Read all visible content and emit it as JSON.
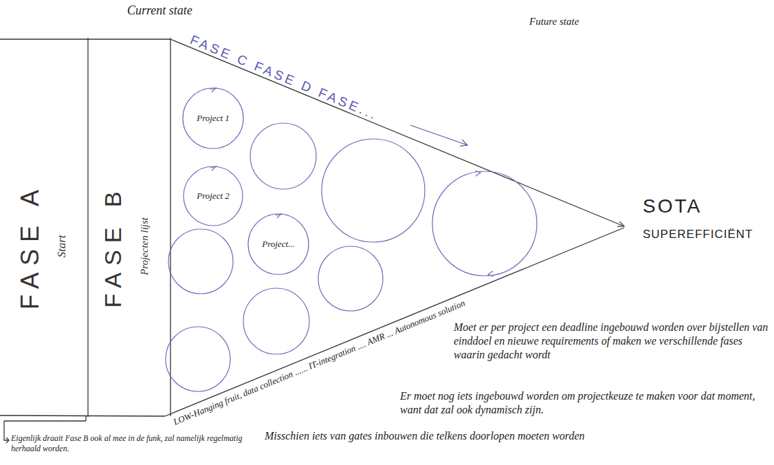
{
  "diagram": {
    "nodes": [
      {
        "text": [
          "FASE A",
          "Start"
        ]
      },
      {
        "text": [
          "FASE B",
          "Projecten lijst"
        ]
      },
      {
        "text": [
          "Project 1"
        ]
      },
      {
        "text": [
          "Project 2"
        ]
      },
      {
        "text": [
          "Project..."
        ]
      }
    ],
    "labels": [
      "Current state",
      "Future state",
      "FASE C FASE D FASE...",
      "SOTA",
      "SUPEREFFICIËNT",
      "LOW-Hanging fruit, data collection ...... IT-integration .... AMR ... Autonomous solution",
      "Moet er per project een deadline ingebouwd worden over bijstellen van einddoel en nieuwe requirements of maken we verschillende fases waarin gedacht wordt",
      "Er moet nog iets ingebouwd worden om projectkeuze te maken voor dat moment, want dat zal ook dynamisch zijn.",
      "Misschien iets van gates inbouwen die telkens doorlopen moeten worden",
      "Eigenlijk draait Fase B ook al mee in de funk, zal namelijk regelmatig herhaald worden."
    ]
  }
}
